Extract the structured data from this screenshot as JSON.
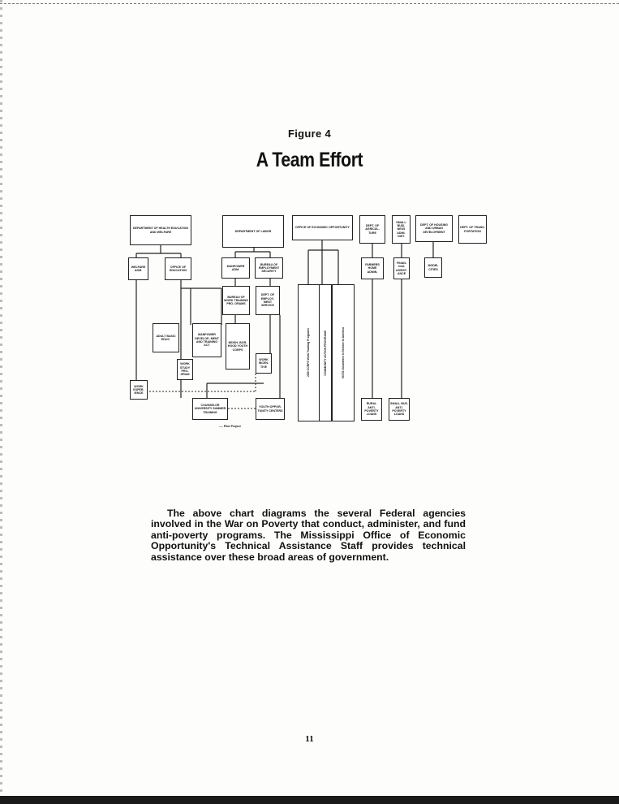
{
  "figure": {
    "label": "Figure 4",
    "title": "A Team Effort"
  },
  "chart": {
    "boxes": [
      {
        "id": "hew",
        "text": "DEPARTMENT OF HEALTH EDUCATION AND WELFARE"
      },
      {
        "id": "labor",
        "text": "DEPARTMENT OF LABOR"
      },
      {
        "id": "oeo",
        "text": "OFFICE OF ECONOMIC OPPORTUNITY"
      },
      {
        "id": "agri",
        "text": "DEPT. OF AGRICUL- TURE"
      },
      {
        "id": "sba",
        "text": "SMALL BUSI- NESS ADMI- NIST."
      },
      {
        "id": "hud",
        "text": "DEPT. OF HOUSING AND URBAN DEVELOPMENT"
      },
      {
        "id": "trans",
        "text": "DEPT. OF TRANS- PORTATION"
      },
      {
        "id": "welfare",
        "text": "WELFARE ADM."
      },
      {
        "id": "education",
        "text": "OFFICE OF EDUCATION"
      },
      {
        "id": "manpower",
        "text": "MANPOWER ADM."
      },
      {
        "id": "bes",
        "text": "BUREAU OF EMPLOYMENT SECURITY"
      },
      {
        "id": "farmers",
        "text": "FARMERS HOME ADMIN."
      },
      {
        "id": "finance",
        "text": "FINAN- CIAL ASSIST- ANCE"
      },
      {
        "id": "model",
        "text": "MODEL CITIES"
      },
      {
        "id": "bwtp",
        "text": "BUREAU OF WORK TRAINING PRO- GRAMS"
      },
      {
        "id": "desec",
        "text": "DEPT. OF EMPLOY- MENT SERVICE"
      },
      {
        "id": "adult",
        "text": "ADULT BASIC EDUC."
      },
      {
        "id": "mdta",
        "text": "MANPOWER DEVELOP- MENT AND TRAINING ACT"
      },
      {
        "id": "nyc",
        "text": "NEIGH- BOR- HOOD YOUTH CORPS"
      },
      {
        "id": "workstudy",
        "text": "WORK STUDY PRO- GRAM"
      },
      {
        "id": "workexp",
        "text": "WORK EXPER- IENCE"
      },
      {
        "id": "workatt",
        "text": "WORK INCEN- TIVE"
      },
      {
        "id": "counselor",
        "text": "COUNSELOR UNIVERSITY SUMMER TRAINING"
      },
      {
        "id": "youthopp",
        "text": "YOUTH OPPOR- TUNITY CENTERS"
      },
      {
        "id": "ruralloans",
        "text": "RURAL ANTI- POVERTY LOANS"
      },
      {
        "id": "smallloans",
        "text": "SMALL BUS. ANTI- POVERTY LOANS"
      }
    ],
    "vertical_boxes": [
      {
        "id": "jobcorps",
        "text": "JOB CORPS Work Training Programs"
      },
      {
        "id": "caa",
        "text": "COMMUNITY ACTION PROGRAMS"
      },
      {
        "id": "vista",
        "text": "VISTA Volunteers in Service to America"
      }
    ],
    "legend": "---- Pilot Project"
  },
  "paragraph": "The above chart diagrams the several Federal agencies involved in the War on Poverty that conduct, administer, and fund anti-poverty programs. The Mississippi Office of Economic Opportunity's Technical Assistance Staff provides technical assistance over these broad areas of government.",
  "page_number": "11"
}
